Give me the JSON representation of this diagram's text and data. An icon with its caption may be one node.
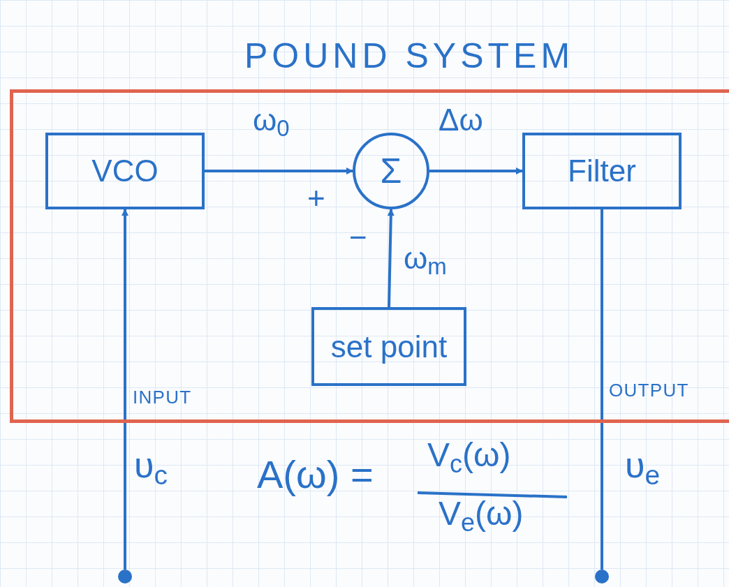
{
  "diagram": {
    "nodes": [
      {
        "text": [
          "POUND SYSTEM"
        ]
      },
      {
        "text": [
          "VCO"
        ],
        "in": 0
      },
      {
        "text": [
          "Σ"
        ],
        "in": 0
      },
      {
        "text": [
          "Filter"
        ],
        "in": 0
      },
      {
        "text": [
          "set point"
        ],
        "in": 0
      },
      {
        "text": [],
        "shape": "circle"
      },
      {
        "text": [],
        "shape": "circle"
      }
    ],
    "edges": [
      {
        "from": 5,
        "to": 1,
        "arrow": "to"
      },
      {
        "from": 1,
        "to": 2,
        "arrow": "to",
        "label": "ω$_{0}$"
      },
      {
        "from": 2,
        "to": 3,
        "arrow": "to",
        "label": "Δω"
      },
      {
        "from": 4,
        "to": 2,
        "arrow": "to",
        "label": "ω$_{m}$"
      },
      {
        "from": 3,
        "to": 6,
        "arrow": "none"
      }
    ],
    "labels": [
      "+",
      "−",
      "INPUT",
      "OUTPUT",
      "υ$_{c}$",
      "A(ω) =",
      "V$_{c}$(ω)",
      "V$_{e}$(ω)",
      "υ$_{e}$"
    ]
  }
}
